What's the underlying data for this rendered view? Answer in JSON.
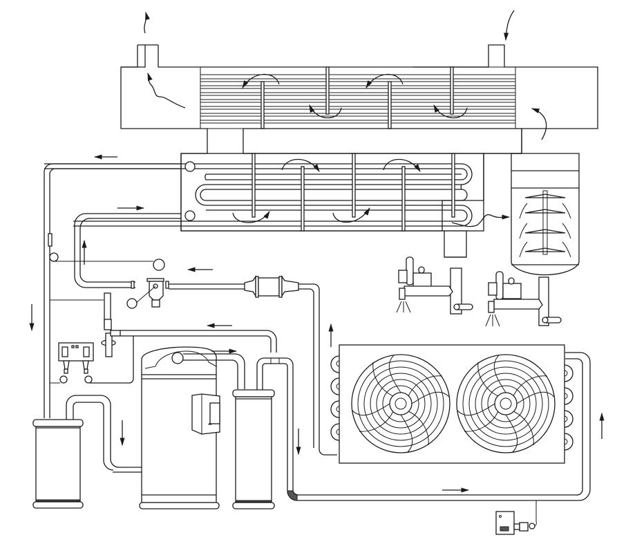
{
  "diagram": {
    "title": "",
    "type": "refrigerated-air-dryer-schematic",
    "colors": {
      "line": "#1a1a1a",
      "background": "#ffffff",
      "accent_dark": "#555555"
    },
    "components": [
      {
        "id": "air-to-air-heat-exchanger",
        "label": ""
      },
      {
        "id": "air-to-refrigerant-evaporator",
        "label": ""
      },
      {
        "id": "moisture-separator",
        "label": ""
      },
      {
        "id": "drain-valve-left",
        "label": ""
      },
      {
        "id": "drain-valve-right",
        "label": ""
      },
      {
        "id": "compressor",
        "label": ""
      },
      {
        "id": "suction-accumulator",
        "label": ""
      },
      {
        "id": "liquid-receiver",
        "label": ""
      },
      {
        "id": "condenser-with-fans",
        "label": ""
      },
      {
        "id": "expansion-valve",
        "label": ""
      },
      {
        "id": "hot-gas-bypass-valve",
        "label": ""
      },
      {
        "id": "filter-drier",
        "label": ""
      },
      {
        "id": "pressure-switch-dual",
        "label": ""
      },
      {
        "id": "fan-pressure-switch",
        "label": ""
      },
      {
        "id": "terminal-box",
        "label": ""
      }
    ],
    "flow_arrows": [
      "air-outlet-up",
      "air-inlet-down",
      "refrigerant-return-left",
      "refrigerant-feed-right",
      "liquid-line-left",
      "hot-gas-left",
      "discharge-right",
      "suction-up",
      "accumulator-down",
      "receiver-down",
      "condenser-outlet-right",
      "condenser-riser-up",
      "condenser-inlet-up",
      "left-riser-down"
    ]
  }
}
